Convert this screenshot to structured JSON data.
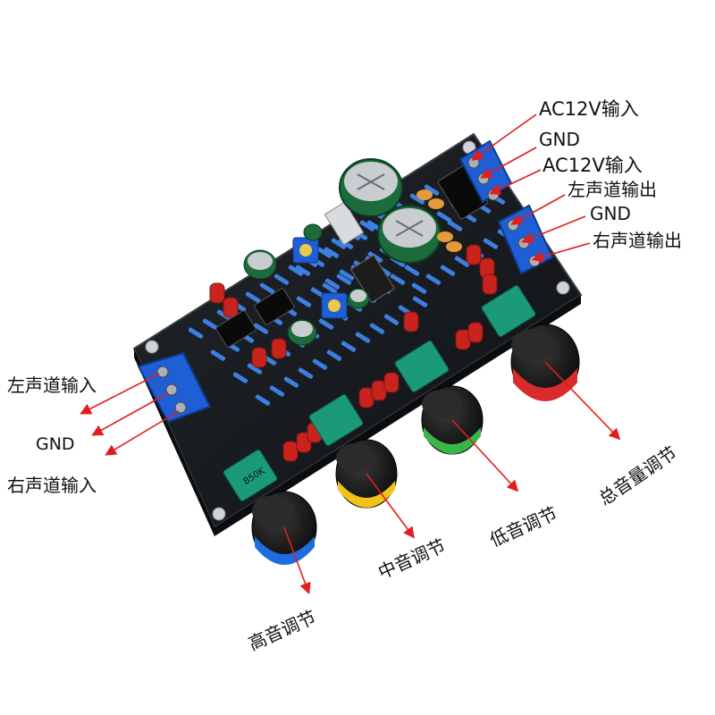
{
  "colors": {
    "pcb": "#15181c",
    "pcb_edge": "#2b2f34",
    "arrow": "#e11d1d",
    "terminal": "#1f5fd6",
    "capacitor_red": "#c8241d",
    "electrolytic": "#1c6b3a",
    "pot_body": "#1b9a7a",
    "knob": "#121212",
    "ring_blue": "#1e6de0",
    "ring_yellow": "#f2c21b",
    "ring_green": "#39b54a",
    "ring_red": "#d92b2b"
  },
  "labels": {
    "ac12v_input_1": "AC12V输入",
    "gnd_1": "GND",
    "ac12v_input_2": "AC12V输入",
    "left_channel_output": "左声道输出",
    "gnd_2": "GND",
    "right_channel_output": "右声道输出",
    "left_channel_input": "左声道输入",
    "gnd_input": "GND",
    "right_channel_input": "右声道输入",
    "treble_adjust": "高音调节",
    "mid_adjust": "中音调节",
    "bass_adjust": "低音调节",
    "master_volume_adjust": "总音量调节"
  },
  "pot_marking": "B50K"
}
